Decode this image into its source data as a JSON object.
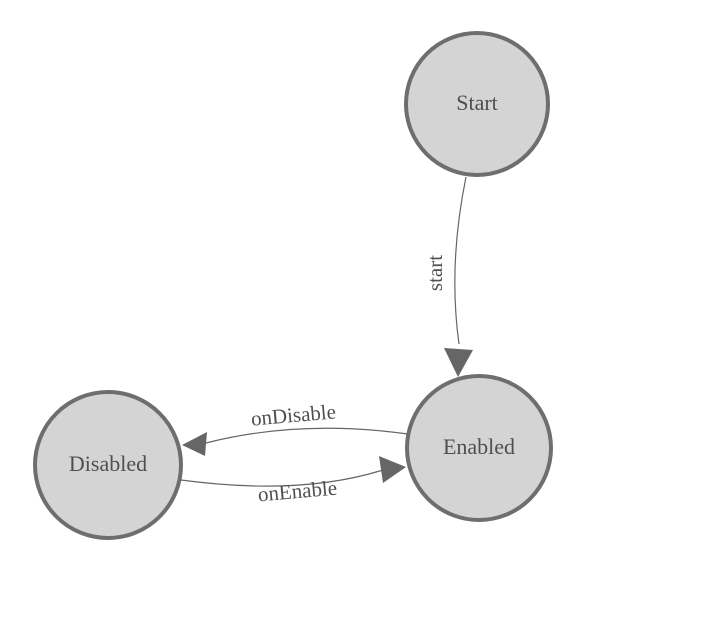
{
  "diagram": {
    "type": "state-diagram",
    "nodes": [
      {
        "id": "start",
        "label": "Start"
      },
      {
        "id": "enabled",
        "label": "Enabled"
      },
      {
        "id": "disabled",
        "label": "Disabled"
      }
    ],
    "edges": [
      {
        "from": "start",
        "to": "enabled",
        "label": "start"
      },
      {
        "from": "enabled",
        "to": "disabled",
        "label": "onDisable"
      },
      {
        "from": "disabled",
        "to": "enabled",
        "label": "onEnable"
      }
    ],
    "colors": {
      "background": "#ffffff",
      "node_fill": "#d4d4d4",
      "node_stroke": "#6e6e6e",
      "edge_stroke": "#666666",
      "arrow_fill": "#666666",
      "text": "#4f4f4f"
    }
  }
}
